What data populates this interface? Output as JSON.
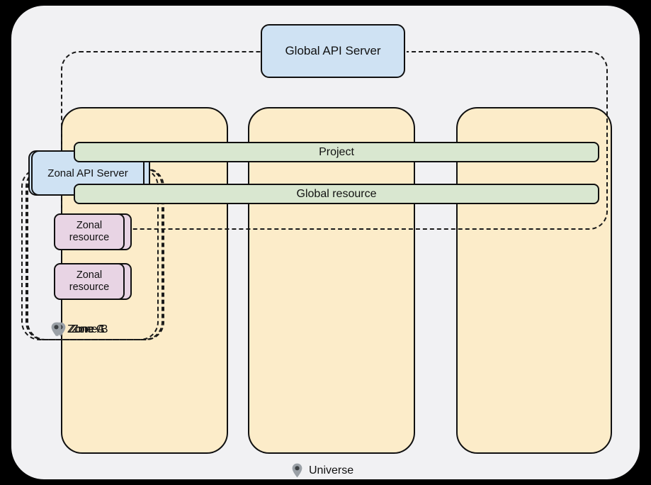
{
  "diagram": {
    "title": "Universe",
    "universe_label": "Universe",
    "universe_icon": "map-pin-icon",
    "global": {
      "api_server_label": "Global API Server",
      "bars": [
        {
          "label": "Project",
          "name": "project"
        },
        {
          "label": "Global resource",
          "name": "global-resource"
        }
      ]
    },
    "zones": [
      {
        "label": "Zone A",
        "icon": "map-pin-icon",
        "api_server_label": "Zonal API Server",
        "resources": [
          {
            "line1": "Zonal",
            "line2": "resource"
          },
          {
            "line1": "Zonal",
            "line2": "resource"
          }
        ]
      },
      {
        "label": "Zone B",
        "icon": "map-pin-icon",
        "api_server_label": "Zonal API Server",
        "resources": [
          {
            "line1": "Zonal",
            "line2": "resource"
          },
          {
            "line1": "Zonal",
            "line2": "resource"
          }
        ]
      },
      {
        "label": "Zone C",
        "icon": "map-pin-icon",
        "api_server_label": "Zonal API Server",
        "resources": [
          {
            "line1": "Zonal",
            "line2": "resource"
          },
          {
            "line1": "Zonal",
            "line2": "resource"
          }
        ]
      }
    ]
  },
  "colors": {
    "background": "#000000",
    "universe_fill": "#f1f1f3",
    "zone_fill": "#fcecc9",
    "api_server_fill": "#cfe2f3",
    "global_bar_fill": "#d9e7d0",
    "zonal_resource_fill": "#e8d4e4",
    "stroke": "#101010",
    "pin_fill": "#9aa0a6"
  }
}
